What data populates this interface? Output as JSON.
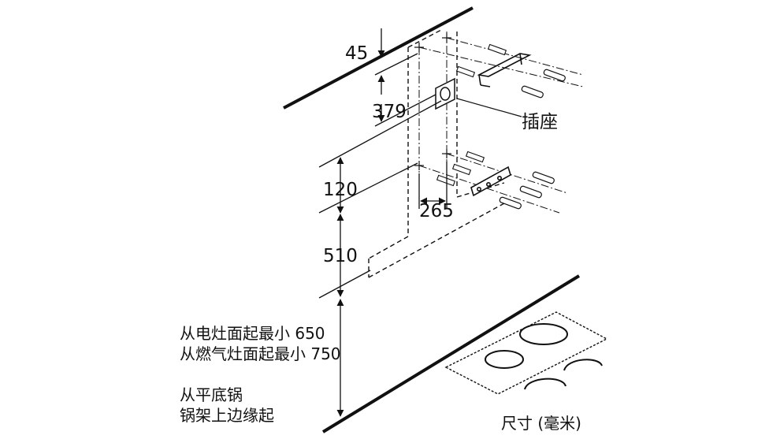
{
  "dimensions": {
    "top_offset": "45",
    "socket_height": "379",
    "bracket_gap": "120",
    "bracket_width": "265",
    "lower_height": "510"
  },
  "labels": {
    "socket": "插座",
    "clearance_electric": "从电灶面起最小 650",
    "clearance_gas": "从燃气灶面起最小 750",
    "pan_support_line1": "从平底锅",
    "pan_support_line2": "锅架上边缘起",
    "unit_note": "尺寸 (毫米)"
  },
  "colors": {
    "ink": "#111111",
    "background": "#ffffff"
  }
}
